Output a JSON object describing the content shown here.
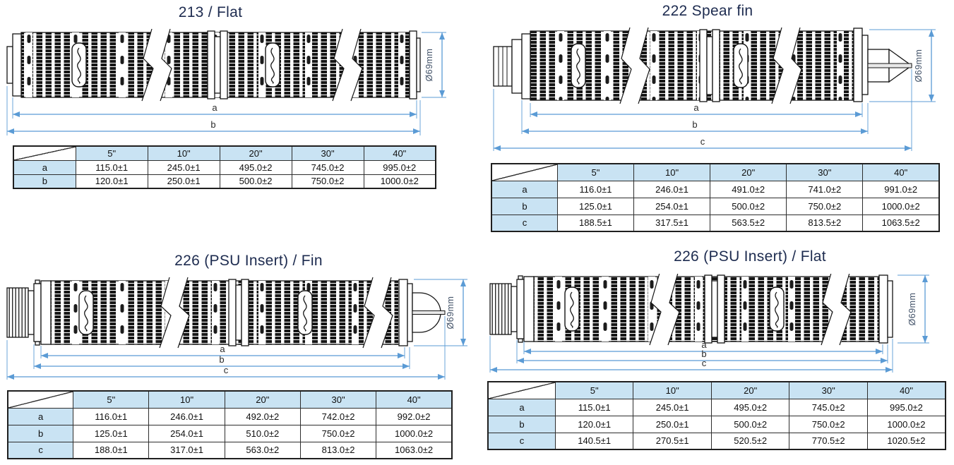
{
  "colors": {
    "title": "#1d2b4f",
    "dimension_line": "#5b9bd5",
    "diameter_text": "#44546a",
    "table_header_bg": "#c9e3f3",
    "table_border": "#1f1f1f",
    "drawing_ink": "#141414"
  },
  "sections": [
    {
      "key": "213-flat",
      "title": "213 / Flat",
      "diameter_label": "Ø69mm",
      "dim_labels": [
        "a",
        "b"
      ],
      "table": {
        "corner": "",
        "columns": [
          "5\"",
          "10\"",
          "20\"",
          "30\"",
          "40\""
        ],
        "rows": [
          {
            "label": "a",
            "values": [
              "115.0±1",
              "245.0±1",
              "495.0±2",
              "745.0±2",
              "995.0±2"
            ]
          },
          {
            "label": "b",
            "values": [
              "120.0±1",
              "250.0±1",
              "500.0±2",
              "750.0±2",
              "1000.0±2"
            ]
          }
        ]
      }
    },
    {
      "key": "222-spear-fin",
      "title": "222 Spear fin",
      "diameter_label": "Ø69mm",
      "dim_labels": [
        "a",
        "b",
        "c"
      ],
      "table": {
        "corner": "",
        "columns": [
          "5\"",
          "10\"",
          "20\"",
          "30\"",
          "40\""
        ],
        "rows": [
          {
            "label": "a",
            "values": [
              "116.0±1",
              "246.0±1",
              "491.0±2",
              "741.0±2",
              "991.0±2"
            ]
          },
          {
            "label": "b",
            "values": [
              "125.0±1",
              "254.0±1",
              "500.0±2",
              "750.0±2",
              "1000.0±2"
            ]
          },
          {
            "label": "c",
            "values": [
              "188.5±1",
              "317.5±1",
              "563.5±2",
              "813.5±2",
              "1063.5±2"
            ]
          }
        ]
      }
    },
    {
      "key": "226-psu-insert-fin",
      "title": "226 (PSU Insert) / Fin",
      "diameter_label": "Ø69mm",
      "dim_labels": [
        "a",
        "b",
        "c"
      ],
      "table": {
        "corner": "",
        "columns": [
          "5\"",
          "10\"",
          "20\"",
          "30\"",
          "40\""
        ],
        "rows": [
          {
            "label": "a",
            "values": [
              "116.0±1",
              "246.0±1",
              "492.0±2",
              "742.0±2",
              "992.0±2"
            ]
          },
          {
            "label": "b",
            "values": [
              "125.0±1",
              "254.0±1",
              "510.0±2",
              "750.0±2",
              "1000.0±2"
            ]
          },
          {
            "label": "c",
            "values": [
              "188.0±1",
              "317.0±1",
              "563.0±2",
              "813.0±2",
              "1063.0±2"
            ]
          }
        ]
      }
    },
    {
      "key": "226-psu-insert-flat",
      "title": "226 (PSU Insert) / Flat",
      "diameter_label": "Ø69mm",
      "dim_labels": [
        "a",
        "b",
        "c"
      ],
      "table": {
        "corner": "",
        "columns": [
          "5\"",
          "10\"",
          "20\"",
          "30\"",
          "40\""
        ],
        "rows": [
          {
            "label": "a",
            "values": [
              "115.0±1",
              "245.0±1",
              "495.0±2",
              "745.0±2",
              "995.0±2"
            ]
          },
          {
            "label": "b",
            "values": [
              "120.0±1",
              "250.0±1",
              "500.0±2",
              "750.0±2",
              "1000.0±2"
            ]
          },
          {
            "label": "c",
            "values": [
              "140.5±1",
              "270.5±1",
              "520.5±2",
              "770.5±2",
              "1020.5±2"
            ]
          }
        ]
      }
    }
  ]
}
